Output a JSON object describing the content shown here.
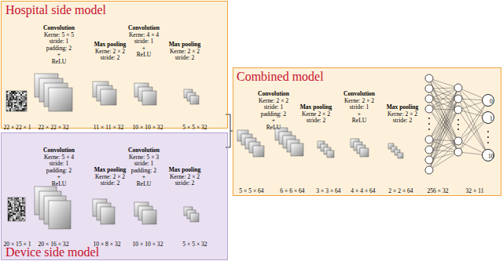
{
  "diagram": {
    "nodes": [
      {
        "text": [
          "Hospital side model"
        ]
      },
      {
        "text": [
          "Combined model"
        ]
      },
      {
        "text": [
          "0"
        ],
        "in": 1
      },
      {
        "text": [
          "1"
        ],
        "in": 1
      },
      {
        "text": [
          "10"
        ],
        "in": 1
      },
      {
        "text": [
          "Device side model"
        ]
      }
    ],
    "labels": [
      "Convolution",
      "Kerne: 5 × 5",
      "stride: 1",
      "padding: 2",
      "+",
      "ReLU",
      "Max pooling",
      "Kerne: 2 × 2",
      "stride: 2",
      "Convolution",
      "Kerne: 4 × 4",
      "stride: 1",
      "+",
      "ReLU",
      "Max pooling",
      "Kerne: 2 × 2",
      "stride: 2",
      "22 × 22 × 1",
      "22 × 22 × 32",
      "11 × 11 × 32",
      "10 × 10 × 32",
      "5 × 5 × 32",
      "Convolution",
      "Kerne: 2 × 2",
      "stride: 1",
      "padding: 2",
      "+",
      "ReLU",
      "Max pooling",
      "Kerne 2 × 2",
      "stride: 2",
      "Convolution",
      "Kerne: 2 × 2",
      "stride: 1",
      "+",
      "ReLU",
      "Max pooling",
      "Kerne: 2 × 2",
      "stride: 2",
      "5 × 5 × 64",
      "6 × 6 × 64",
      "3 × 3 × 64",
      "4 × 4 × 64",
      "2 × 2 × 64",
      "256 × 32",
      "32 × 11",
      "Convolution",
      "Kerne: 5 × 4",
      "stride: 1",
      "padding: 2",
      "+",
      "ReLU",
      "Max pooling",
      "Kerne: 2 × 2",
      "stride: 2",
      "Convolution",
      "Kerne: 5 × 3",
      "stride: 1",
      "padding: 2",
      "+",
      "ReLU",
      "Max pooling",
      "Kerne: 2 × 2",
      "stride: 2",
      "20 × 15 × 1",
      "20 × 16 × 32",
      "10 × 8 × 32",
      "10 × 10 × 32",
      "5 × 5 × 32"
    ]
  }
}
